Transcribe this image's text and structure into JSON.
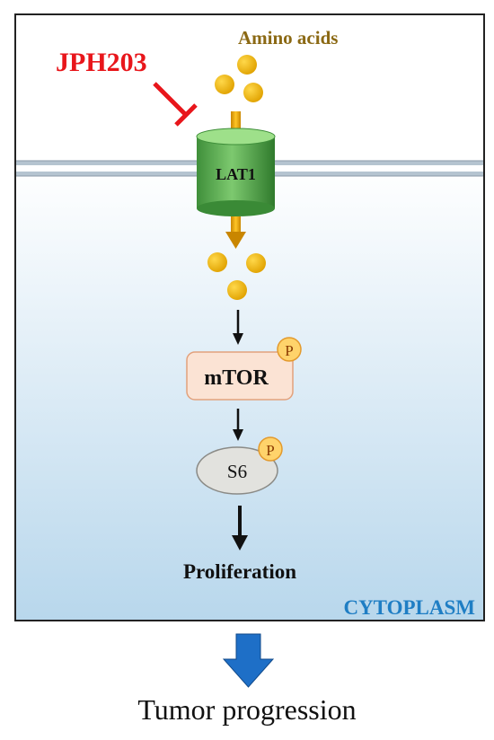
{
  "labels": {
    "inhibitor": "JPH203",
    "substrate": "Amino acids",
    "transporter": "LAT1",
    "kinase": "mTOR",
    "phospho": "P",
    "effector": "S6",
    "result": "Proliferation",
    "compartment": "CYTOPLASM",
    "outcome": "Tumor progression"
  },
  "colors": {
    "inhibitor": "#e8161b",
    "substrate_text": "#8b6914",
    "amino_acid_dot": "#f0b400",
    "transporter_green": "#5cb85c",
    "mtor_box": "#fbe3d4",
    "s6_ellipse": "#e2e2de",
    "phospho_circle": "#ffd36b",
    "compartment_text": "#1f7ec4",
    "outcome_arrow": "#1e6fc7"
  },
  "icons": {
    "inhibition": "t-bar-inhibition-icon",
    "flow": "down-arrow-icon",
    "outcome": "blue-down-arrow-icon"
  }
}
